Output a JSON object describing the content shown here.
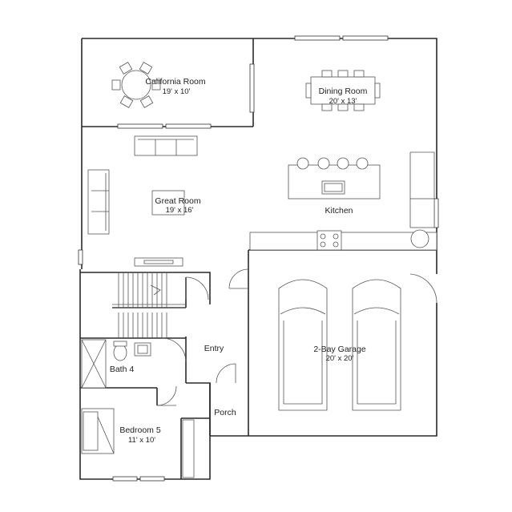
{
  "rooms": {
    "california_room": {
      "name": "California Room",
      "dims": "19' x 10'"
    },
    "dining_room": {
      "name": "Dining Room",
      "dims": "20' x 13'"
    },
    "great_room": {
      "name": "Great Room",
      "dims": "19' x 16'"
    },
    "kitchen": {
      "name": "Kitchen"
    },
    "entry": {
      "name": "Entry"
    },
    "garage": {
      "name": "2-Bay Garage",
      "dims": "20' x 20'"
    },
    "bath": {
      "name": "Bath 4"
    },
    "porch": {
      "name": "Porch"
    },
    "bedroom": {
      "name": "Bedroom 5",
      "dims": "11' x 10'"
    }
  }
}
